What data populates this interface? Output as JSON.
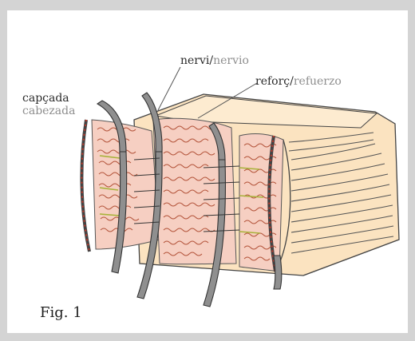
{
  "labels": {
    "endband": {
      "ca": "capçada",
      "es": "cabezada"
    },
    "cords": {
      "ca": "nervi",
      "sep": "/",
      "es": "nervio"
    },
    "lining": {
      "ca": "reforç",
      "sep": "/",
      "es": "refuerzo"
    }
  },
  "caption": "Fig. 1",
  "colors": {
    "background": "#d4d4d4",
    "panel": "#ffffff",
    "text_block": "#fbe3c0",
    "pages_edge": "#fef0d6",
    "spine_paper": "#f6cfc2",
    "handwriting": "#b5573e",
    "cord": "#8f8f8f",
    "sewing_thread": "#a8b33a",
    "endband_stitch": "#c0392b"
  }
}
